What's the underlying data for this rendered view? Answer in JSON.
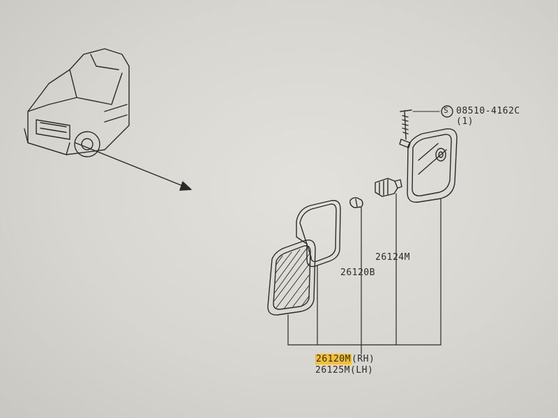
{
  "parts": {
    "screw": {
      "code": "08510-4162C",
      "symbol": "S",
      "qty": "(1)"
    },
    "socket": {
      "code": "26124M"
    },
    "bulb": {
      "code": "26120B"
    },
    "assembly_rh": {
      "code": "26120M",
      "side": "(RH)"
    },
    "assembly_lh": {
      "code": "26125M",
      "side": "(LH)"
    }
  },
  "colors": {
    "highlight": "#f3c12f",
    "line": "#2a2a2a"
  }
}
